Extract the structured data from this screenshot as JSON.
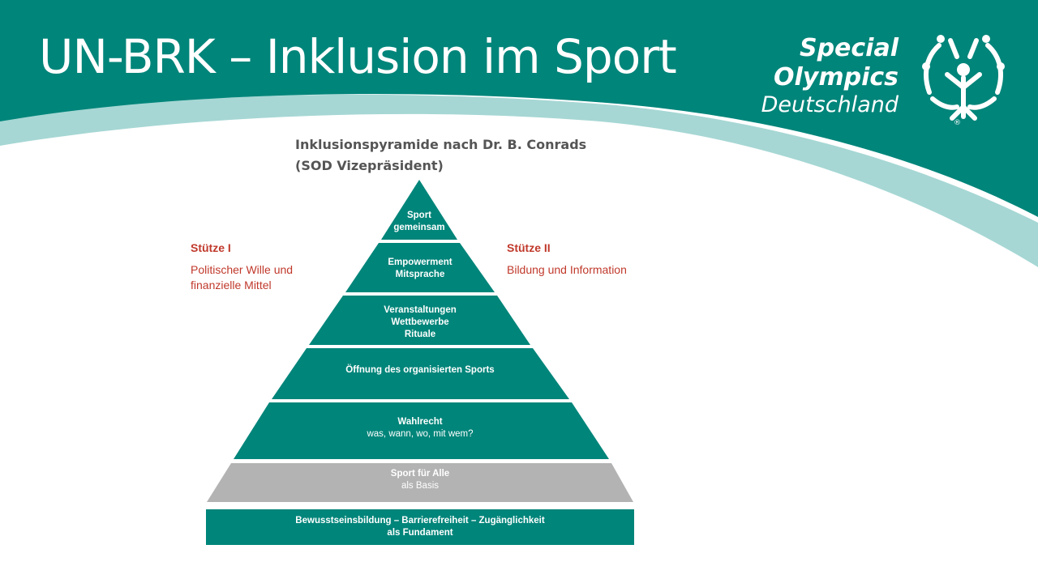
{
  "slide": {
    "title": "UN-BRK – Inklusion im Sport"
  },
  "logo": {
    "line1": "Special",
    "line2": "Olympics",
    "line3": "Deutschland",
    "registered": "®",
    "icon": "special-olympics-figures-icon"
  },
  "colors": {
    "teal": "#00857a",
    "light_teal": "#a6d7d4",
    "grey": "#b3b3b3",
    "pillar_red": "#c0392b"
  },
  "diagram": {
    "caption": "Inklusionspyramide nach Dr. B. Conrads (SOD Vizepräsident)",
    "pillar_left": {
      "heading": "Stütze I",
      "text": "Politischer Wille und finanzielle Mittel"
    },
    "pillar_right": {
      "heading": "Stütze II",
      "text": "Bildung und Information"
    },
    "levels": [
      {
        "lines": [
          "Sport",
          "gemeinsam"
        ]
      },
      {
        "lines": [
          "Empowerment",
          "Mitsprache"
        ]
      },
      {
        "lines": [
          "Veranstaltungen",
          "Wettbewerbe",
          "Rituale"
        ]
      },
      {
        "lines": [
          "Öffnung des organisierten Sports"
        ]
      },
      {
        "title": "Wahlrecht",
        "subtitle": "was, wann, wo, mit wem?"
      },
      {
        "title": "Sport für Alle",
        "subtitle": "als Basis"
      },
      {
        "lines": [
          "Bewusstseinsbildung – Barrierefreiheit – Zugänglichkeit",
          "als Fundament"
        ]
      }
    ]
  }
}
